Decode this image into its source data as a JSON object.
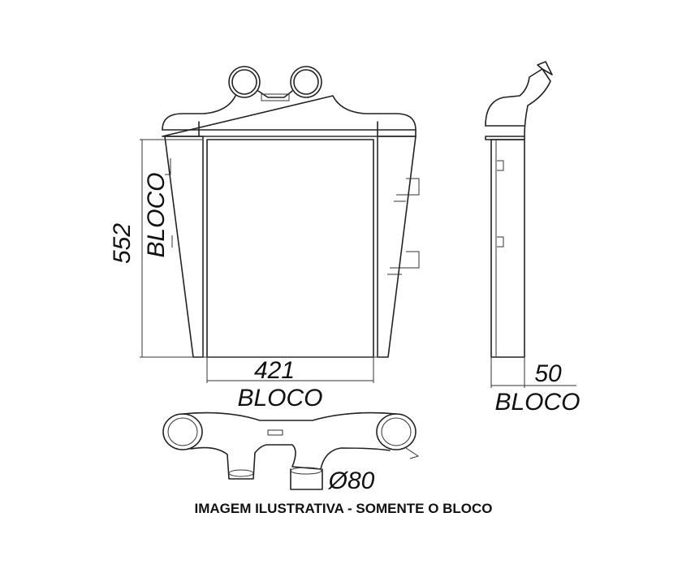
{
  "dimensions": {
    "height": {
      "value": "552",
      "label": "BLOCO"
    },
    "width": {
      "value": "421",
      "label": "BLOCO"
    },
    "depth": {
      "value": "50",
      "label": "BLOCO"
    },
    "pipe_diameter": "Ø80"
  },
  "caption": "IMAGEM ILUSTRATIVA - SOMENTE O BLOCO"
}
